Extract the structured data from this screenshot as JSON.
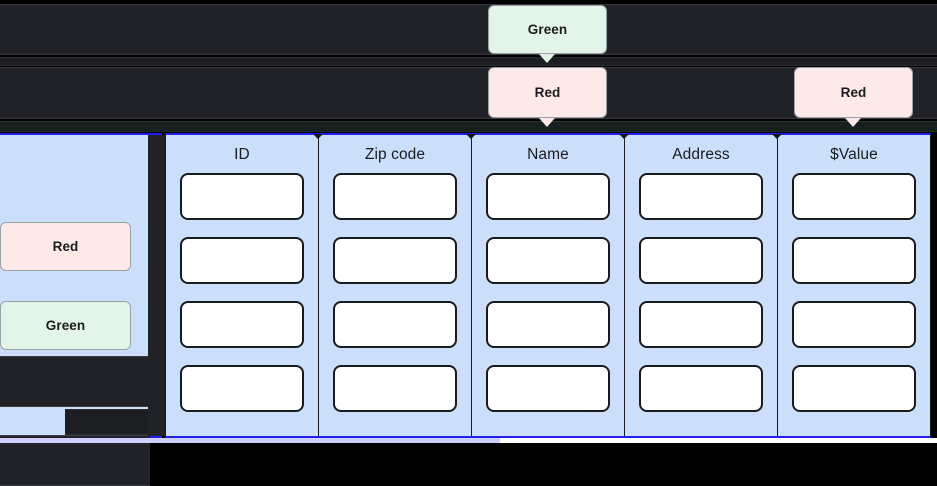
{
  "app": {
    "theme_accent": "#2020ee",
    "panel_background": "#cbdffb",
    "dark_background": "#212328",
    "cell_background": "#ffffff"
  },
  "annotations": {
    "green_label": "Green",
    "red_label": "Red",
    "colors": {
      "green_fill": "#e3f5e8",
      "red_fill": "#fce9e8",
      "border": "#9aa0a6",
      "text": "#1b1b1d"
    },
    "top": [
      {
        "label": "Green",
        "kind": "green",
        "target": "name-column"
      },
      {
        "label": "Red",
        "kind": "red",
        "target": "name-column"
      },
      {
        "label": "Red",
        "kind": "red",
        "target": "value-column"
      }
    ],
    "sidebar": [
      {
        "label": "Red",
        "kind": "red"
      },
      {
        "label": "Green",
        "kind": "green"
      }
    ]
  },
  "table": {
    "columns": [
      {
        "header": "ID",
        "cells": [
          "",
          "",
          "",
          ""
        ]
      },
      {
        "header": "Zip code",
        "cells": [
          "",
          "",
          "",
          ""
        ]
      },
      {
        "header": "Name",
        "cells": [
          "",
          "",
          "",
          ""
        ]
      },
      {
        "header": "Address",
        "cells": [
          "",
          "",
          "",
          ""
        ]
      },
      {
        "header": "$Value",
        "cells": [
          "",
          "",
          "",
          ""
        ]
      }
    ],
    "row_count": 4
  }
}
